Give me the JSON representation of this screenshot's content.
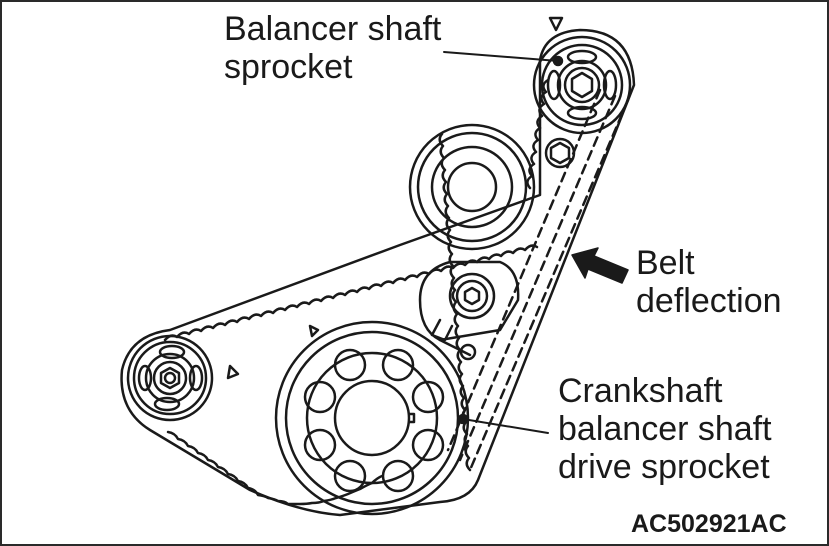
{
  "diagram": {
    "title": "Balancer shaft timing belt deflection check",
    "labels": {
      "balancer_sprocket": [
        "Balancer shaft",
        "sprocket"
      ],
      "belt_deflection": [
        "Belt",
        "deflection"
      ],
      "crank_sprocket": [
        "Crankshaft",
        "balancer shaft",
        "drive sprocket"
      ]
    },
    "figure_code": "AC502921AC",
    "colors": {
      "ink": "#1a1a1a",
      "background": "#ffffff"
    },
    "components": [
      "balancer-shaft-sprocket",
      "crankshaft-balancer-shaft-drive-sprocket",
      "idler-pulley",
      "tensioner",
      "left-sprocket",
      "timing-belt",
      "deflected-belt-dashed",
      "deflection-arrow",
      "timing-marks"
    ]
  }
}
